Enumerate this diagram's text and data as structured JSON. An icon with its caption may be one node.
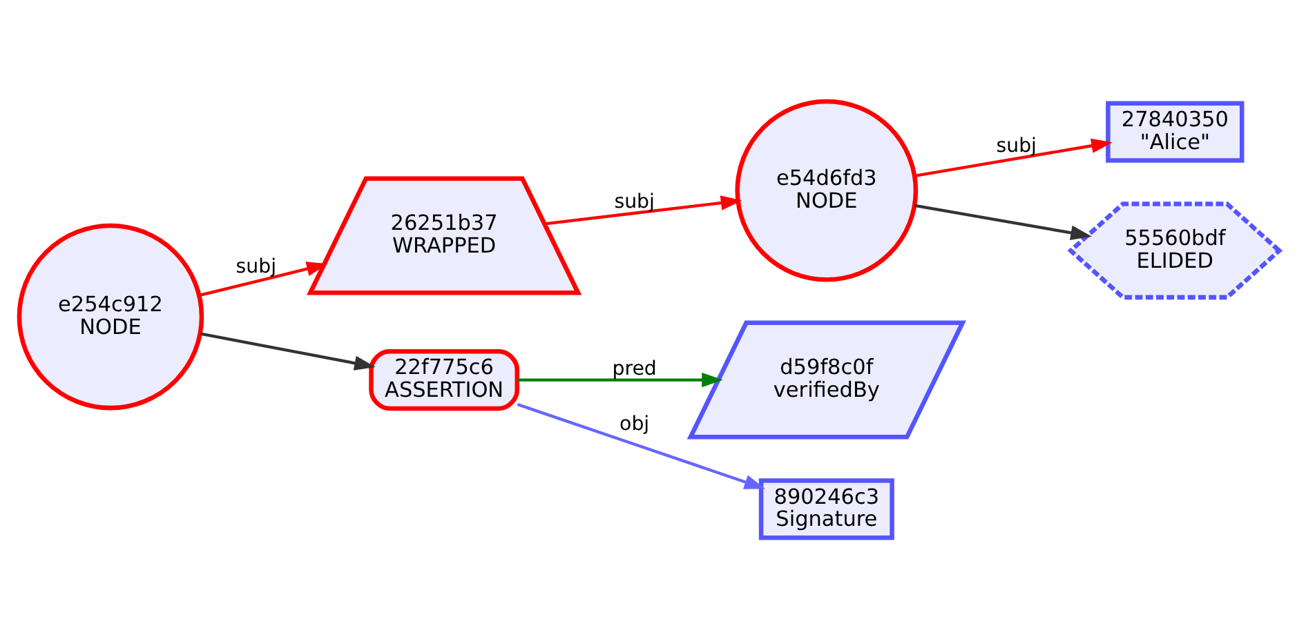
{
  "diagram": {
    "nodes": [
      {
        "text": [
          "e254c912",
          "NODE"
        ]
      },
      {
        "text": [
          "26251b37",
          "WRAPPED"
        ]
      },
      {
        "text": [
          "e54d6fd3",
          "NODE"
        ]
      },
      {
        "text": [
          "27840350",
          "\"Alice\""
        ]
      },
      {
        "text": [
          "55560bdf",
          "ELIDED"
        ]
      },
      {
        "text": [
          "22f775c6",
          "ASSERTION"
        ]
      },
      {
        "text": [
          "d59f8c0f",
          "verifiedBy"
        ]
      },
      {
        "text": [
          "890246c3",
          "Signature"
        ]
      }
    ],
    "edges": [
      {
        "from": 0,
        "to": 1,
        "arrow": "to",
        "label": "subj",
        "color": "#ff0000"
      },
      {
        "from": 1,
        "to": 2,
        "arrow": "to",
        "label": "subj",
        "color": "#ff0000"
      },
      {
        "from": 2,
        "to": 3,
        "arrow": "to",
        "label": "subj",
        "color": "#ff0000"
      },
      {
        "from": 2,
        "to": 4,
        "arrow": "to",
        "color": "#333333"
      },
      {
        "from": 0,
        "to": 5,
        "arrow": "to",
        "color": "#333333"
      },
      {
        "from": 5,
        "to": 6,
        "arrow": "to",
        "label": "pred",
        "color": "#008000"
      },
      {
        "from": 5,
        "to": 7,
        "arrow": "to",
        "label": "obj",
        "color": "#6666ff"
      }
    ]
  }
}
